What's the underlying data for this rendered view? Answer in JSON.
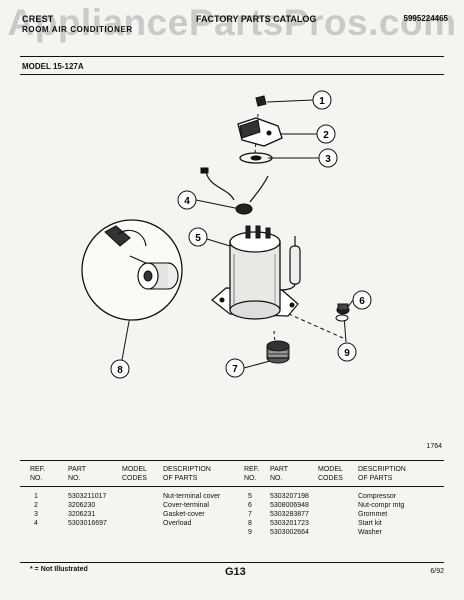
{
  "watermark": "AppliancePartsPros.com",
  "header": {
    "brand": "CREST",
    "subtitle": "ROOM AIR CONDITIONER",
    "catalog_title": "FACTORY PARTS CATALOG",
    "catalog_number": "5995224465"
  },
  "model_label": "MODEL 15-127A",
  "figure_id": "1764",
  "callouts": [
    "1",
    "2",
    "3",
    "4",
    "5",
    "6",
    "7",
    "8",
    "9"
  ],
  "table": {
    "headers": {
      "ref": [
        "REF.",
        "NO."
      ],
      "part": [
        "PART",
        "NO."
      ],
      "model": [
        "MODEL",
        "CODES"
      ],
      "desc": [
        "DESCRIPTION",
        "OF PARTS"
      ]
    },
    "left_rows": [
      {
        "ref": "1",
        "part": "5303211017",
        "desc": "Nut-terminal cover"
      },
      {
        "ref": "2",
        "part": "3206230",
        "desc": "Cover-terminal"
      },
      {
        "ref": "3",
        "part": "3206231",
        "desc": "Gasket-cover"
      },
      {
        "ref": "4",
        "part": "5303016697",
        "desc": "Overload"
      }
    ],
    "right_rows": [
      {
        "ref": "5",
        "part": "5303207198",
        "desc": "Compressor"
      },
      {
        "ref": "6",
        "part": "5308006948",
        "desc": "Nut-compr mtg"
      },
      {
        "ref": "7",
        "part": "5303283877",
        "desc": "Grommet"
      },
      {
        "ref": "8",
        "part": "5303201723",
        "desc": "Start kit"
      },
      {
        "ref": "9",
        "part": "5303002664",
        "desc": "Washer"
      }
    ]
  },
  "footer": {
    "note": "* = Not Illustrated",
    "page": "G13",
    "date": "6/92"
  }
}
